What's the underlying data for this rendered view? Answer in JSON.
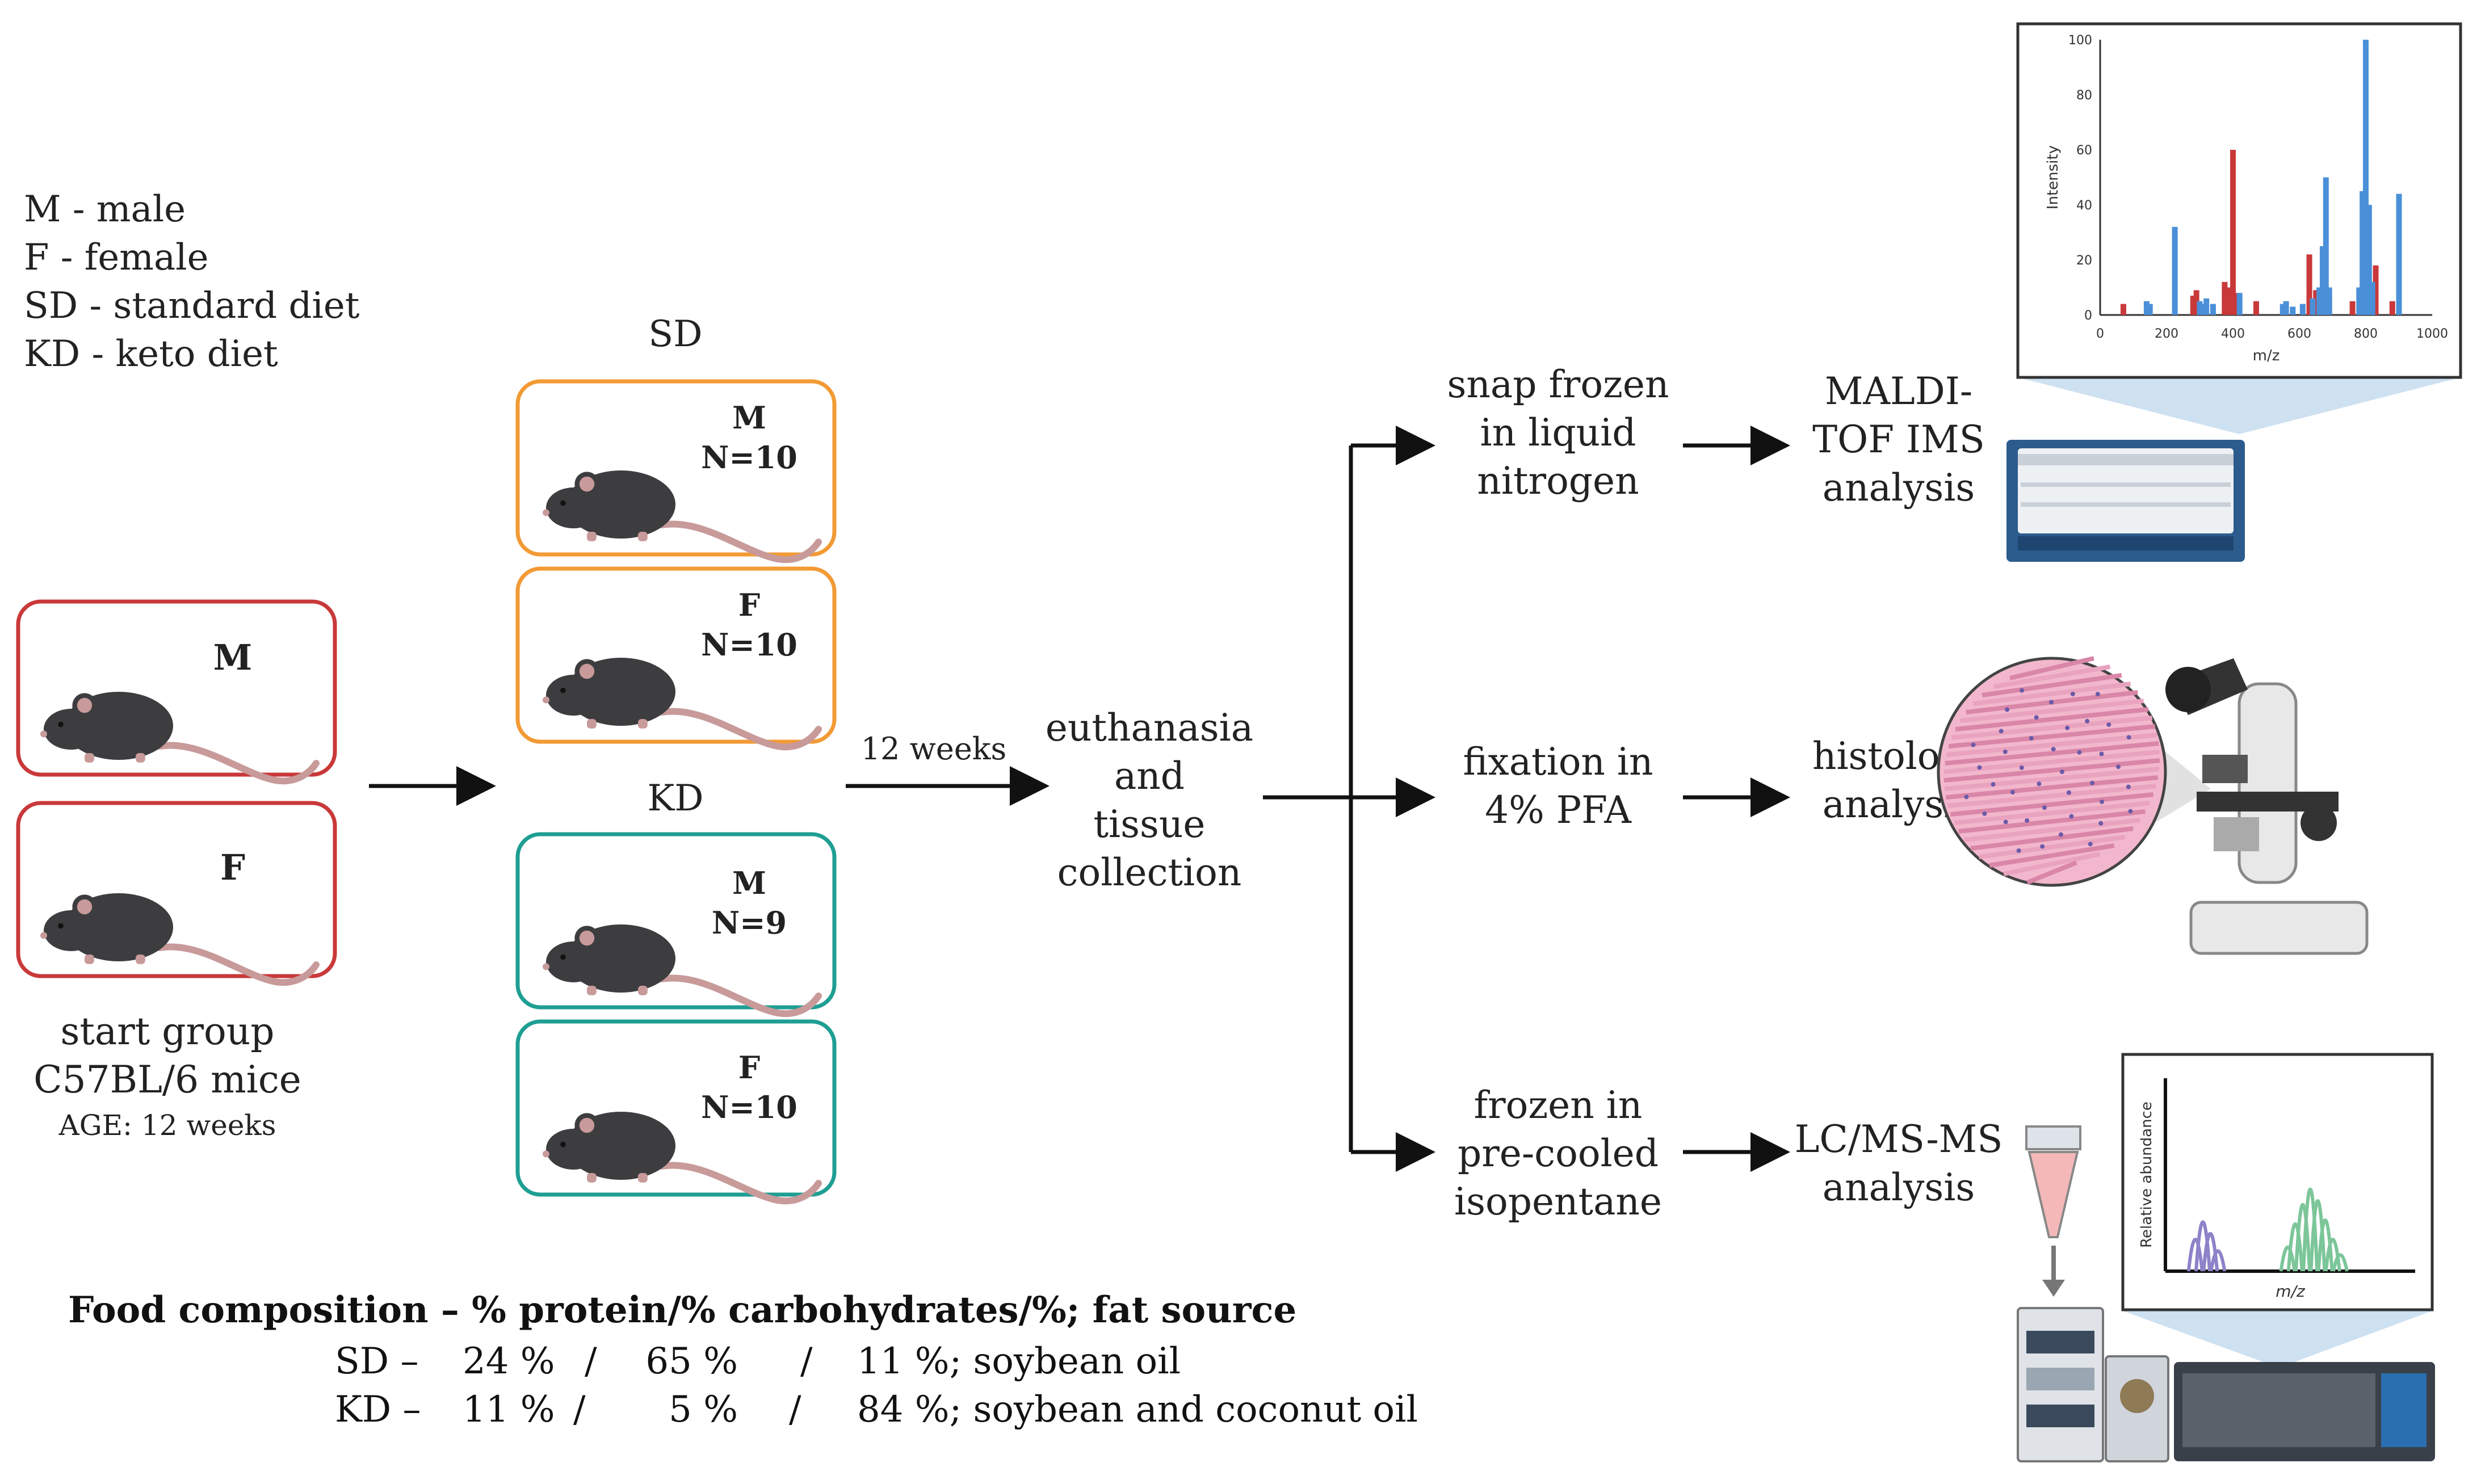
{
  "legend": {
    "m": "M - male",
    "f": "F - female",
    "sd": "SD - standard diet",
    "kd": "KD - keto diet"
  },
  "start_group": {
    "m_label": "M",
    "f_label": "F",
    "line1": "start group",
    "line2": "C57BL/6 mice",
    "line3": "AGE: 12 weeks"
  },
  "groups": {
    "sd_title": "SD",
    "kd_title": "KD",
    "sd_m": {
      "sex": "M",
      "n": "N=10"
    },
    "sd_f": {
      "sex": "F",
      "n": "N=10"
    },
    "kd_m": {
      "sex": "M",
      "n": "N=9"
    },
    "kd_f": {
      "sex": "F",
      "n": "N=10"
    }
  },
  "timeline": {
    "duration": "12 weeks"
  },
  "collection": {
    "l1": "euthanasia",
    "l2": "and",
    "l3": "tissue",
    "l4": "collection"
  },
  "processing": {
    "snap": {
      "l1": "snap frozen",
      "l2": "in liquid",
      "l3": "nitrogen"
    },
    "fix": {
      "l1": "fixation in",
      "l2": "4% PFA"
    },
    "frozen": {
      "l1": "frozen in",
      "l2": "pre-cooled",
      "l3": "isopentane"
    }
  },
  "analysis": {
    "maldi": {
      "l1": "MALDI-",
      "l2": "TOF IMS",
      "l3": "analysis"
    },
    "histo": {
      "l1": "histology",
      "l2": "analysis"
    },
    "lcms": {
      "l1": "LC/MS-MS",
      "l2": "analysis"
    }
  },
  "spectrum_chart": {
    "type": "bar",
    "xlabel": "m/z",
    "ylabel": "Intensity",
    "x_ticks": [
      "0",
      "200",
      "400",
      "600",
      "800",
      "1000"
    ],
    "y_ticks": [
      "0",
      "20",
      "40",
      "60",
      "80",
      "100"
    ],
    "xlim": [
      0,
      1000
    ],
    "ylim": [
      0,
      100
    ],
    "colors": {
      "red": "#c9393a",
      "blue": "#4a90d9"
    },
    "red_peaks": [
      [
        70,
        4
      ],
      [
        280,
        7
      ],
      [
        290,
        9
      ],
      [
        375,
        12
      ],
      [
        385,
        10
      ],
      [
        400,
        60
      ],
      [
        410,
        8
      ],
      [
        470,
        5
      ],
      [
        630,
        22
      ],
      [
        650,
        9
      ],
      [
        690,
        6
      ],
      [
        760,
        5
      ],
      [
        830,
        18
      ],
      [
        880,
        5
      ]
    ],
    "blue_peaks": [
      [
        140,
        5
      ],
      [
        150,
        4
      ],
      [
        225,
        32
      ],
      [
        300,
        5
      ],
      [
        310,
        4
      ],
      [
        320,
        6
      ],
      [
        340,
        4
      ],
      [
        420,
        8
      ],
      [
        550,
        4
      ],
      [
        560,
        5
      ],
      [
        580,
        3
      ],
      [
        610,
        4
      ],
      [
        640,
        6
      ],
      [
        660,
        10
      ],
      [
        670,
        25
      ],
      [
        680,
        50
      ],
      [
        690,
        10
      ],
      [
        780,
        10
      ],
      [
        790,
        45
      ],
      [
        800,
        100
      ],
      [
        810,
        40
      ],
      [
        820,
        12
      ],
      [
        900,
        44
      ]
    ]
  },
  "lcms_chart": {
    "type": "line",
    "xlabel": "m/z",
    "ylabel": "Relative abundance",
    "colors": {
      "purple": "#8e82c9",
      "green": "#7cc69a"
    },
    "purple_peaks": [
      [
        0.12,
        0.3
      ],
      [
        0.15,
        0.48
      ],
      [
        0.18,
        0.36
      ],
      [
        0.21,
        0.18
      ]
    ],
    "green_peaks": [
      [
        0.49,
        0.22
      ],
      [
        0.52,
        0.46
      ],
      [
        0.55,
        0.66
      ],
      [
        0.58,
        0.82
      ],
      [
        0.61,
        0.7
      ],
      [
        0.64,
        0.5
      ],
      [
        0.67,
        0.3
      ],
      [
        0.7,
        0.14
      ]
    ]
  },
  "food": {
    "title": "Food composition – % protein/% carbohydrates/%; fat source",
    "sd": {
      "label": "SD –",
      "protein": "24 %",
      "carbs": "65 %",
      "fat": "11 %; soybean oil"
    },
    "kd": {
      "label": "KD –",
      "protein": "11 %",
      "carbs": "5 %",
      "fat": "84 %; soybean and coconut oil"
    },
    "sep": "/"
  },
  "colors": {
    "start_box": "#c9393a",
    "sd_box": "#f29a34",
    "kd_box": "#1f9e93",
    "mouse_body": "#3d3d40",
    "mouse_tail": "#c89a9a",
    "text": "#222222"
  }
}
